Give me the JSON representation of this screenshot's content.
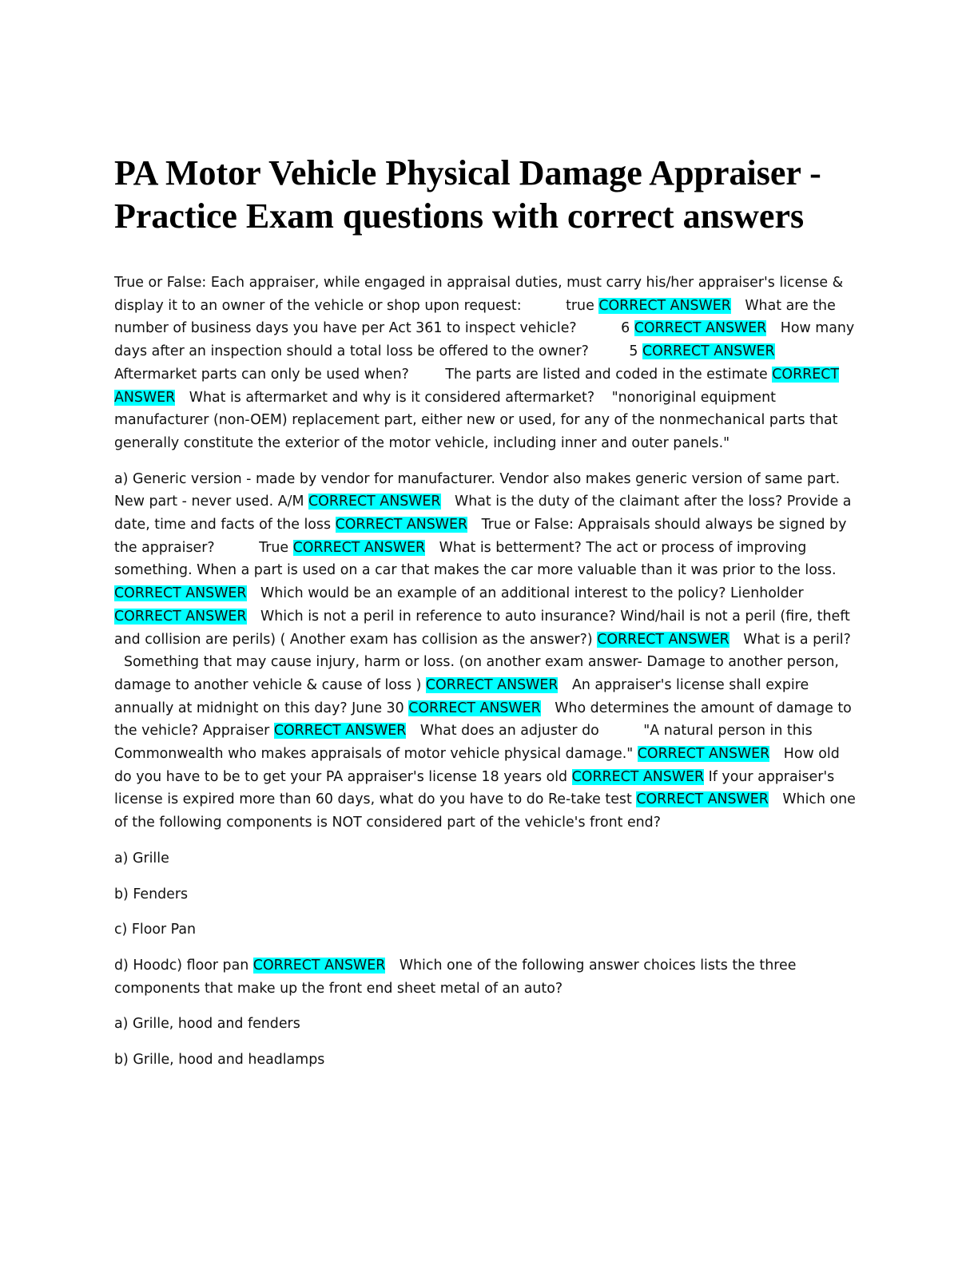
{
  "document": {
    "title": "PA Motor Vehicle Physical Damage Appraiser - Practice Exam questions with correct answers",
    "highlight_color": "#00ffff"
  },
  "qa": {
    "marker": "CORRECT ANSWER",
    "q1": "True or False: Each appraiser, while engaged in appraisal duties, must carry his/her appraiser's license & display it to an owner of the vehicle or shop upon request:",
    "a1": "true",
    "q2": "What are the number of business days you have per Act 361 to inspect vehicle?",
    "a2": "6",
    "q3": "How many days after an inspection should a total loss be offered to the owner?",
    "a3": "5",
    "q4": "Aftermarket parts can only be used when?",
    "a4": "The parts are listed and coded in the estimate",
    "q5": "What is aftermarket and why is it considered aftermarket?",
    "a5": "\"nonoriginal equipment manufacturer (non-OEM) replacement part, either new or used, for any of the nonmechanical parts that generally constitute the exterior of the motor vehicle, including inner and outer panels.\"",
    "a5b": "a) Generic version - made by vendor for manufacturer. Vendor also makes generic version of same part. New part - never used. A/M",
    "q6": "What is the duty of the claimant after the loss?",
    "a6": "Provide a date, time and facts of the loss",
    "q7": "True or False: Appraisals should always be signed by the appraiser?",
    "a7": "True",
    "q8": "What is betterment?",
    "a8": "The act or process of improving something. When a part is used on a car that makes the car more valuable than it was prior to the loss.",
    "q9": "Which would be an example of an additional interest to the policy?",
    "a9": "Lienholder",
    "q10": "Which is not a peril in reference to auto insurance?",
    "a10": "Wind/hail is not a peril (fire, theft and collision are perils) ( Another exam has collision as the answer?)",
    "q11": "What is a peril?",
    "a11": "Something that may cause injury, harm or loss. (on another exam answer- Damage to another person, damage to another vehicle & cause of loss )",
    "q12": "An appraiser's license shall expire annually at midnight on this day?",
    "a12": "June 30",
    "q13": "Who determines the amount of damage to the vehicle?",
    "a13": "Appraiser",
    "q14": "What does an adjuster do",
    "a14": "\"A natural person in this Commonwealth who makes appraisals of motor vehicle physical damage.\"",
    "q15": "How old do you have to be to get your PA appraiser's license",
    "a15": "18 years old",
    "q16": "If your appraiser's license is expired more than 60 days, what do you have to do",
    "a16": "Re-take test",
    "q17": "Which one of the following components is NOT considered part of the vehicle's front end?",
    "q17_options": [
      "a) Grille",
      "b) Fenders",
      "c) Floor Pan"
    ],
    "a17": "d) Hoodc) floor pan",
    "q18": "Which one of the following answer choices lists the three components that make up the front end sheet metal of an auto?",
    "q18_options": [
      "a) Grille, hood and fenders",
      "b) Grille, hood and headlamps"
    ]
  }
}
